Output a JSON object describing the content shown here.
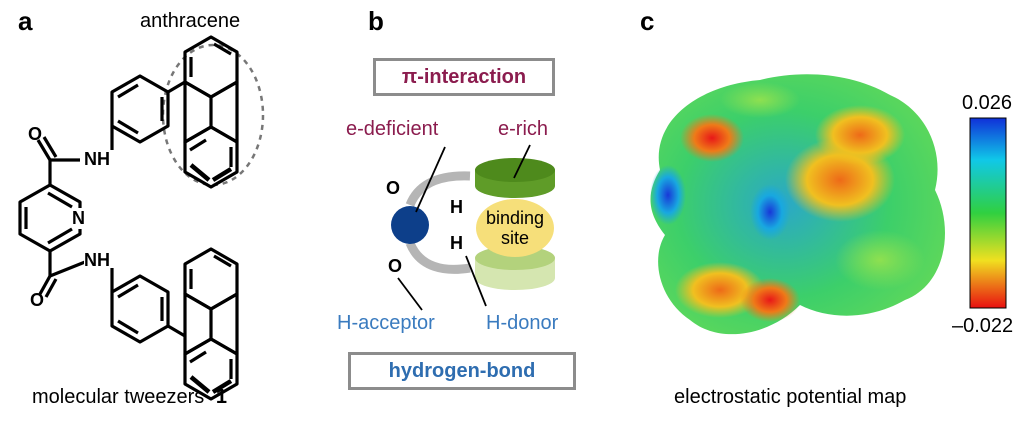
{
  "panels": {
    "a": {
      "letter": "a",
      "anthracene_label": "anthracene",
      "caption_text": "molecular tweezers",
      "caption_number": "1",
      "atoms": {
        "o_top": "O",
        "nh_top": "NH",
        "n_pyridine": "N",
        "o_bottom": "O",
        "nh_bottom": "NH"
      }
    },
    "b": {
      "letter": "b",
      "pi_box": "π-interaction",
      "e_deficient": "e-deficient",
      "e_rich": "e-rich",
      "binding_site": [
        "binding",
        "site"
      ],
      "atom_o_top": "O",
      "atom_o_bottom": "O",
      "atom_h_top": "H",
      "atom_h_bottom": "H",
      "h_acceptor": "H-acceptor",
      "h_donor": "H-donor",
      "hbond_box": "hydrogen-bond"
    },
    "c": {
      "letter": "c",
      "scale_max": "0.026",
      "scale_min": "–0.022",
      "caption": "electrostatic potential map"
    }
  },
  "colors": {
    "pi_text": "#8b1c4e",
    "hbond_text": "#2e6db0",
    "e_deficient": "#8b1c4e",
    "e_rich": "#8b1c4e",
    "h_label": "#3a7bbf",
    "blue_atom": "#0d3f8a",
    "green_dark": "#4e8a1c",
    "green_light": "#b3d27c",
    "binding_site": "#f6df7a",
    "box_border": "#8c8c8c"
  }
}
